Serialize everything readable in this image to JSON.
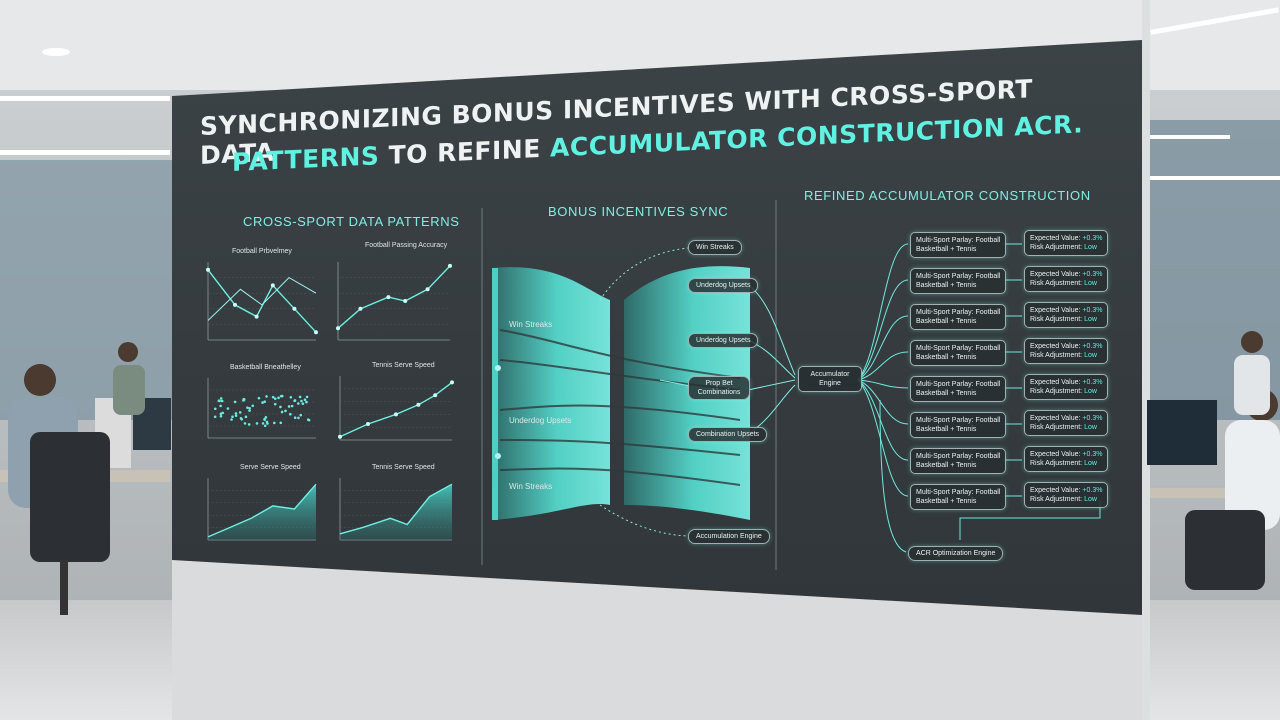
{
  "title": {
    "line1": "Synchronizing Bonus Incentives with Cross-Sport Data",
    "line2_accent": "Patterns",
    "line2_plain": " to Refine ",
    "line2_accent2": "Accumulator Construction ACR."
  },
  "sections": {
    "left": "Cross-Sport Data Patterns",
    "middle": "Bonus Incentives Sync",
    "right": "Refined Accumulator Construction"
  },
  "mini_charts": [
    {
      "title": "Football Prbvelmey",
      "type": "line"
    },
    {
      "title": "Football Passing Accuracy",
      "type": "line"
    },
    {
      "title": "Basketball Bneathelley",
      "type": "scatter"
    },
    {
      "title": "Tennis Serve Speed",
      "type": "line"
    },
    {
      "title": "Serve Serve Speed",
      "type": "area"
    },
    {
      "title": "Tennis Serve Speed",
      "type": "area"
    }
  ],
  "sync": {
    "left_labels": [
      "Win Streaks",
      "Underdog Upsets",
      "Win Streaks"
    ],
    "right_pills": [
      "Win Streaks",
      "Underdog Upsets",
      "Underdog Upsets",
      "Prop Bet Combinations",
      "Combination Upsets",
      "Accumulation Engine"
    ]
  },
  "refined": {
    "engine_label": "Accumulator Engine",
    "parlay_line1": "Multi-Sport Parlay: Football",
    "parlay_line2": "Basketball + Tennis",
    "ev_line1_label": "Expected Value:",
    "ev_line1_value": "+0.3%",
    "ev_line2_label": "Risk Adjustment:",
    "ev_line2_value": "Low",
    "optimization_label": "ACR Optimization Engine",
    "row_count": 8
  },
  "colors": {
    "accent": "#5ff2e2",
    "panel": "#373d40",
    "text": "#eef2f2"
  }
}
